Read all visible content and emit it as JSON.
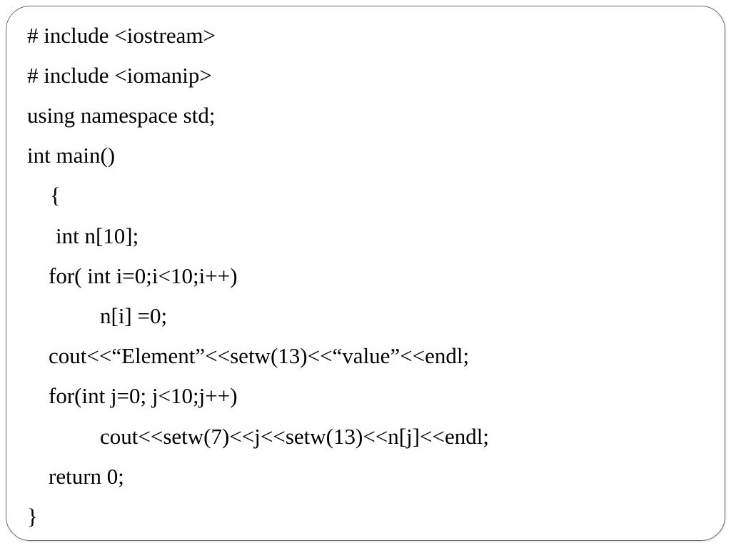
{
  "code": {
    "lines": [
      "# include <iostream>",
      "# include <iomanip>",
      "using namespace std;",
      "int main()",
      "{",
      "int n[10];",
      "for( int i=0;i<10;i++)",
      "n[i] =0;",
      "cout<<“Element”<<setw(13)<<“value”<<endl;",
      "for(int j=0; j<10;j++)",
      "cout<<setw(7)<<j<<setw(13)<<n[j]<<endl;",
      "return 0;",
      "}"
    ]
  }
}
